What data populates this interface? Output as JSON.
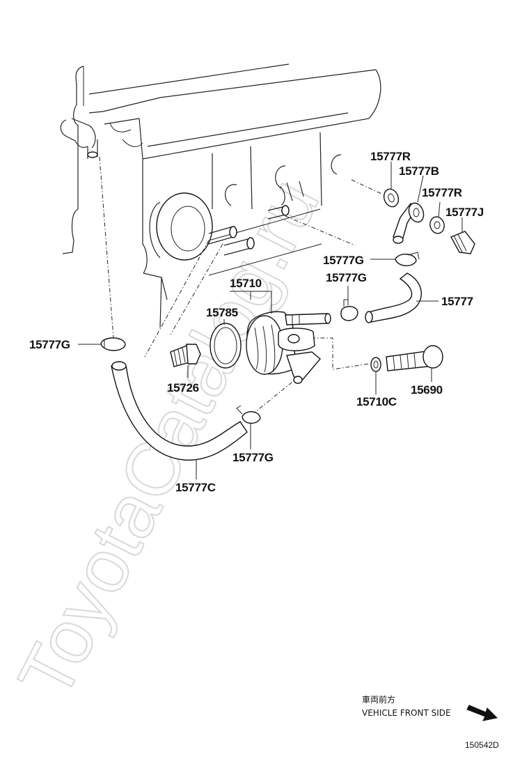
{
  "watermark": "ToyotaCatalog.ru",
  "labels": {
    "p15777R_a": "15777R",
    "p15777B": "15777B",
    "p15777R_b": "15777R",
    "p15777J": "15777J",
    "p15777G_a": "15777G",
    "p15777G_b": "15777G",
    "p15777": "15777",
    "p15710": "15710",
    "p15785": "15785",
    "p15777G_c": "15777G",
    "p15726": "15726",
    "p15710C": "15710C",
    "p15690": "15690",
    "p15777G_d": "15777G",
    "p15777C": "15777C"
  },
  "front_side": {
    "jp": "車両前方",
    "en": "VEHICLE FRONT SIDE"
  },
  "diagram_code": "150542D"
}
